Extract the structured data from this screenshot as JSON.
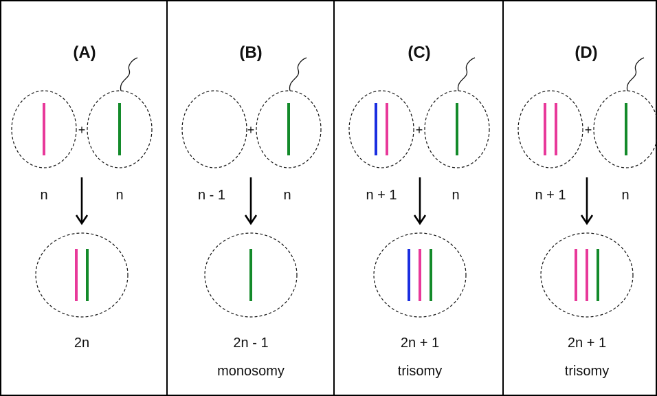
{
  "colors": {
    "magenta": "#e8399a",
    "green": "#138a2a",
    "blue": "#1a2ee0",
    "border": "#000000"
  },
  "plus_sign": "+",
  "panels": [
    {
      "title": "(A)",
      "egg_label": "n",
      "sperm_label": "n",
      "zygote_label": "2n",
      "result_label": "",
      "egg_chromosomes": [
        "magenta"
      ],
      "sperm_chromosomes": [
        "green"
      ],
      "zygote_chromosomes": [
        "magenta",
        "green"
      ]
    },
    {
      "title": "(B)",
      "egg_label": "n - 1",
      "sperm_label": "n",
      "zygote_label": "2n - 1",
      "result_label": "monosomy",
      "egg_chromosomes": [],
      "sperm_chromosomes": [
        "green"
      ],
      "zygote_chromosomes": [
        "green"
      ]
    },
    {
      "title": "(C)",
      "egg_label": "n + 1",
      "sperm_label": "n",
      "zygote_label": "2n + 1",
      "result_label": "trisomy",
      "egg_chromosomes": [
        "blue",
        "magenta"
      ],
      "sperm_chromosomes": [
        "green"
      ],
      "zygote_chromosomes": [
        "blue",
        "magenta",
        "green"
      ]
    },
    {
      "title": "(D)",
      "egg_label": "n + 1",
      "sperm_label": "n",
      "zygote_label": "2n + 1",
      "result_label": "trisomy",
      "egg_chromosomes": [
        "magenta",
        "magenta"
      ],
      "sperm_chromosomes": [
        "green"
      ],
      "zygote_chromosomes": [
        "magenta",
        "magenta",
        "green"
      ]
    }
  ]
}
